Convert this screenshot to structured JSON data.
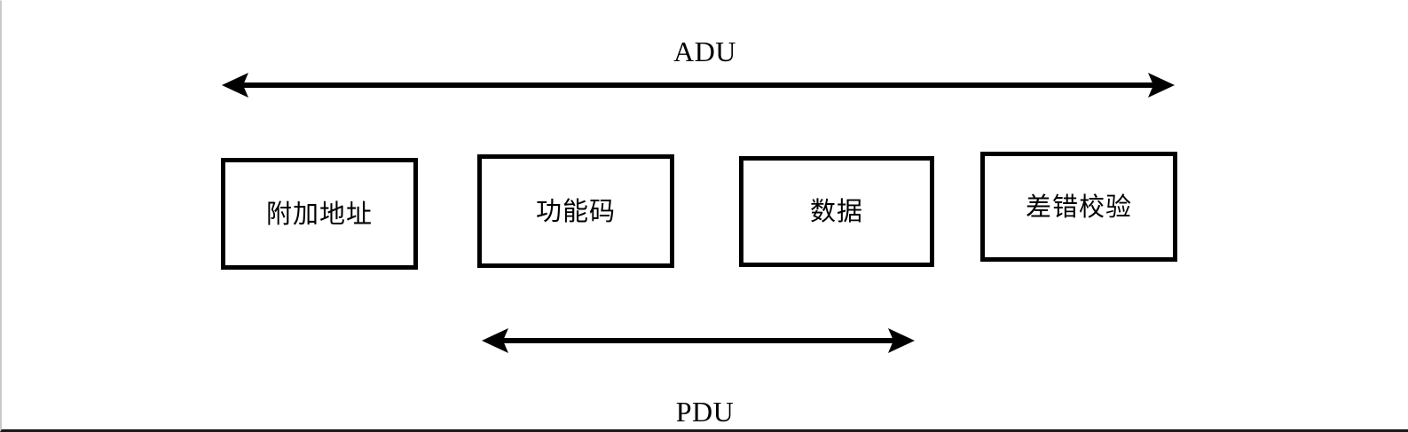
{
  "diagram": {
    "title_top": "ADU",
    "title_bottom": "PDU",
    "top_span": {
      "label": "ADU",
      "icon": "double-headed-arrow-icon",
      "covers": [
        "附加地址",
        "功能码",
        "数据",
        "差错校验"
      ]
    },
    "bottom_span": {
      "label": "PDU",
      "icon": "double-headed-arrow-icon",
      "covers": [
        "功能码",
        "数据"
      ]
    },
    "fields": [
      {
        "id": "additional-address",
        "label": "附加地址"
      },
      {
        "id": "function-code",
        "label": "功能码"
      },
      {
        "id": "data",
        "label": "数据"
      },
      {
        "id": "error-check",
        "label": "差错校验"
      }
    ],
    "colors": {
      "stroke": "#000000",
      "background": "#ffffff",
      "text": "#000000",
      "frame_left": "#c9c9c9",
      "frame_bottom": "#1a1a1a"
    }
  }
}
